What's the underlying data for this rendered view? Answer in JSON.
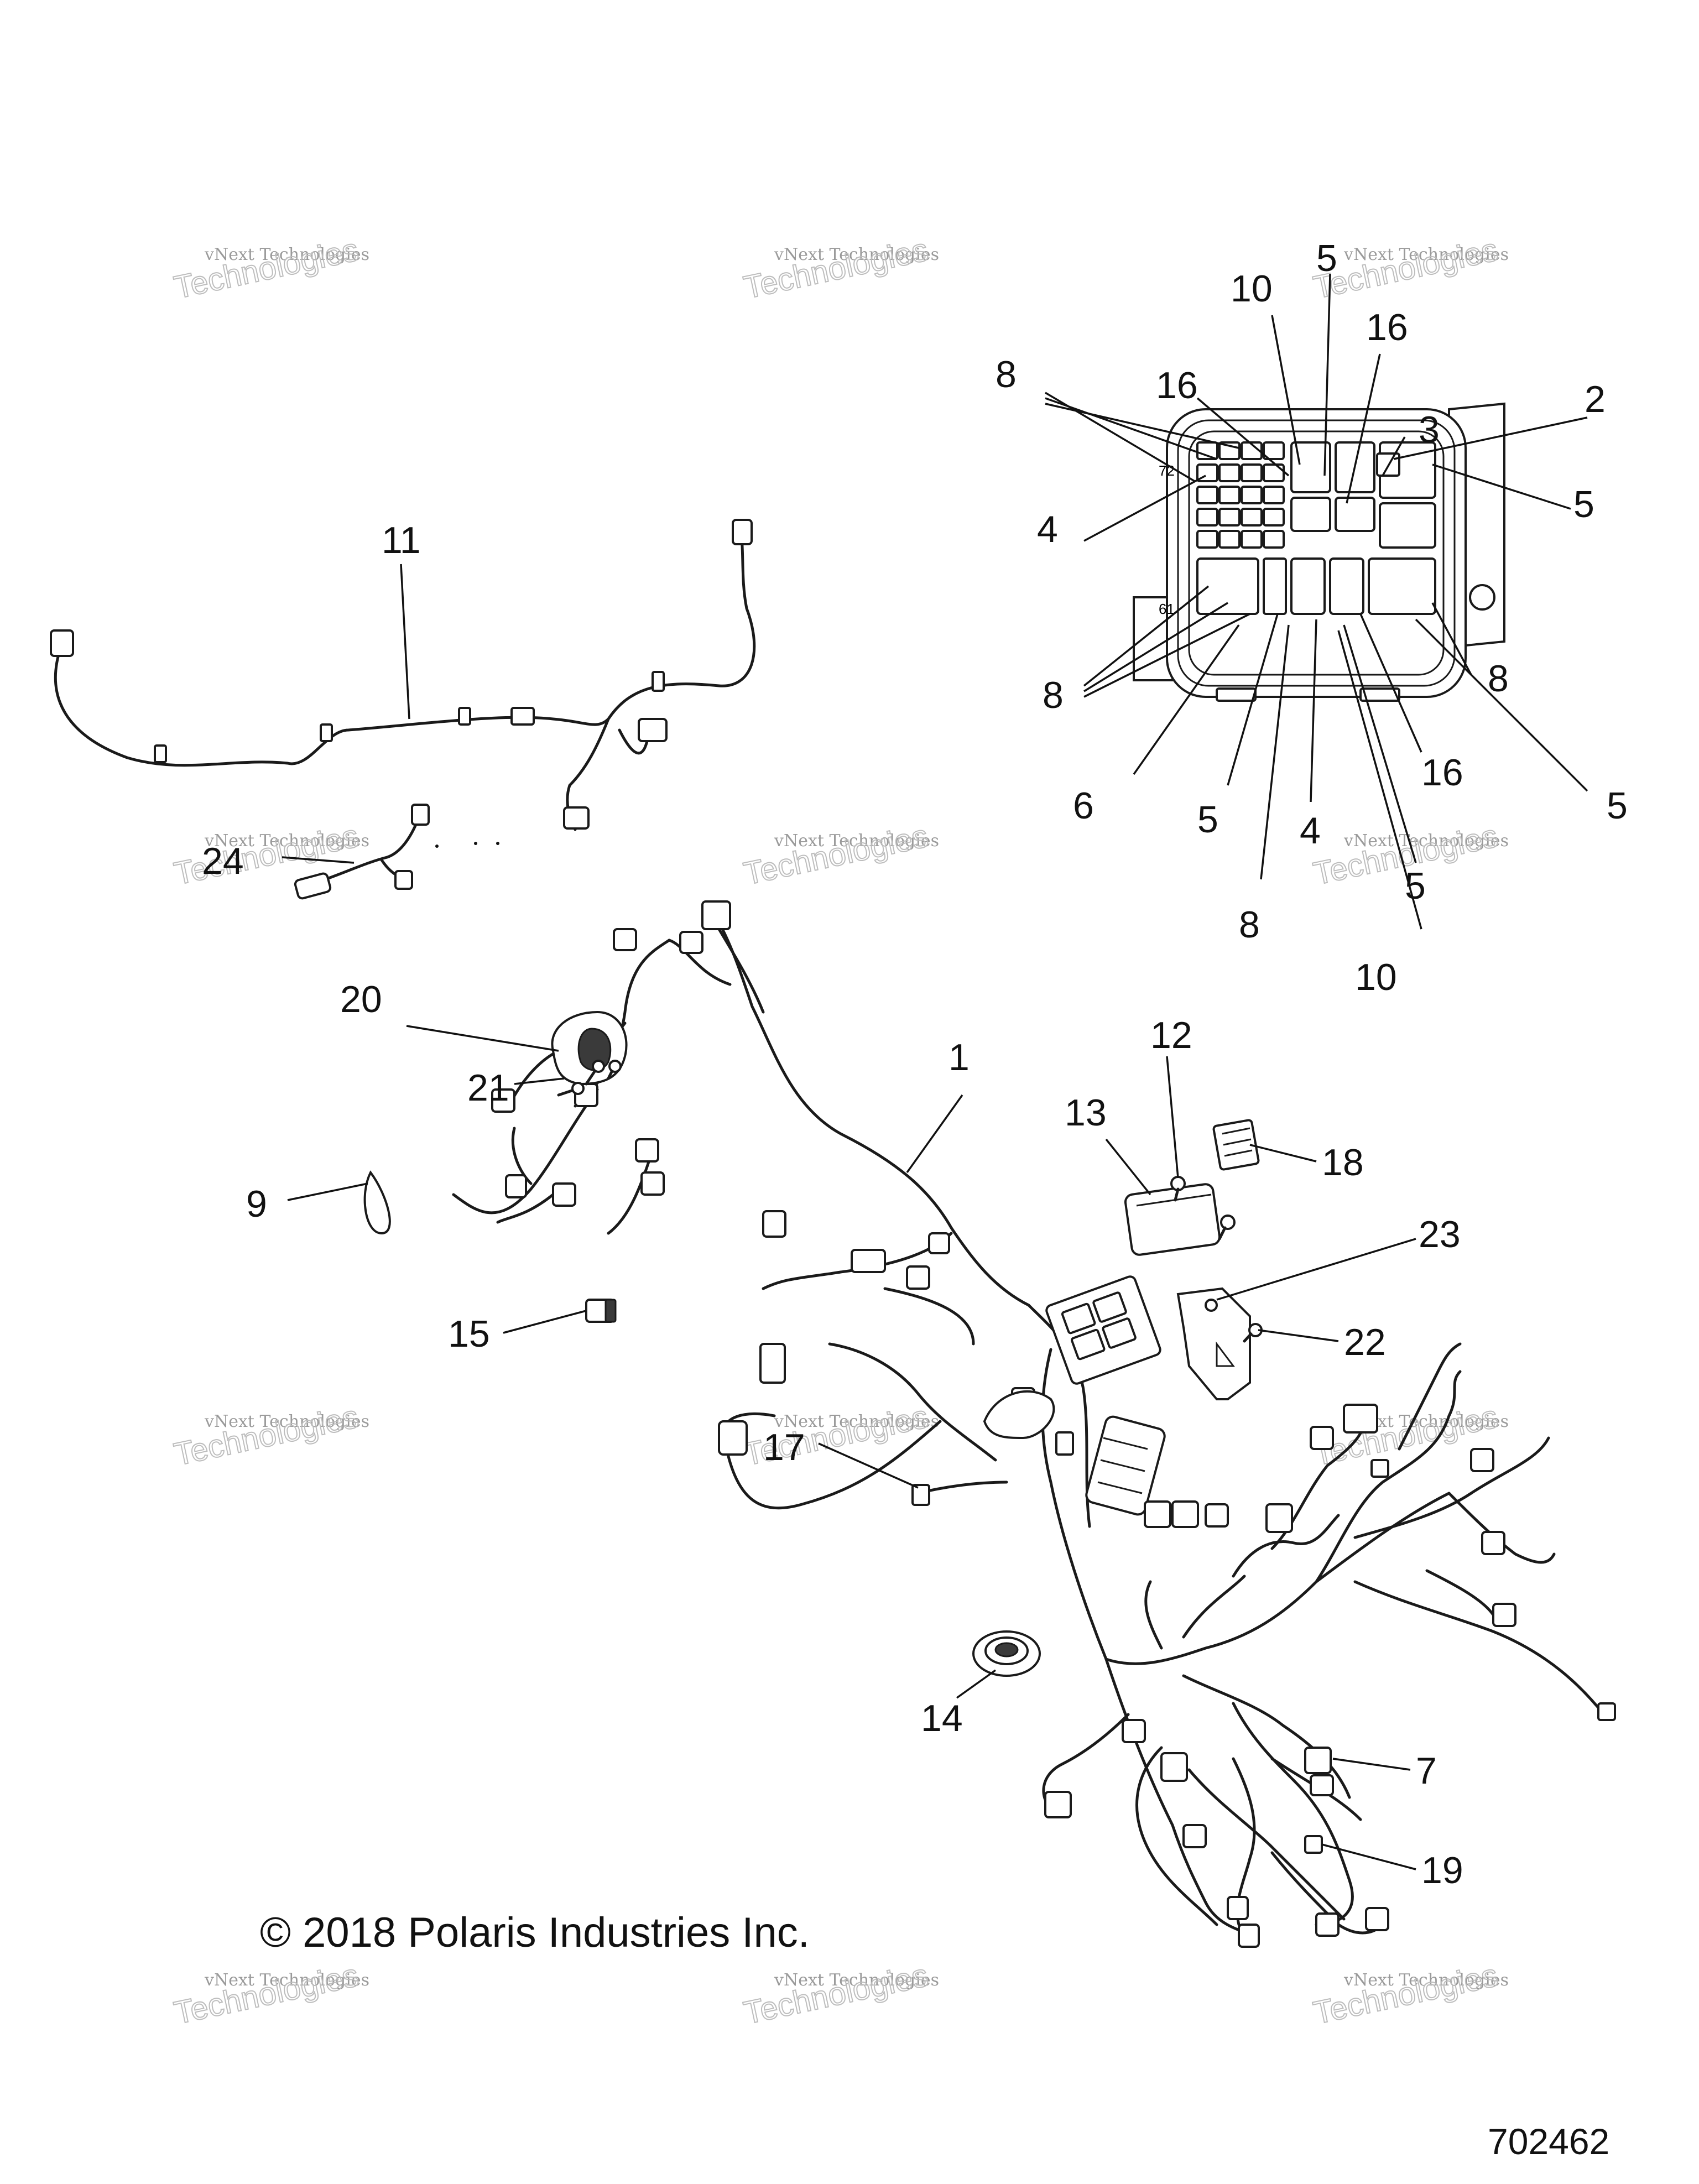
{
  "figure_number": "702462",
  "copyright": "© 2018 Polaris Industries Inc.",
  "watermark": {
    "line1": "vNext Technologies",
    "line2": "vNext",
    "line3": "Technologies"
  },
  "callouts": {
    "c1": "1",
    "c2": "2",
    "c3": "3",
    "c4a": "4",
    "c4b": "4",
    "c5a": "5",
    "c5b": "5",
    "c5c": "5",
    "c5d": "5",
    "c5e": "5",
    "c6": "6",
    "c7": "7",
    "c8a": "8",
    "c8b": "8",
    "c8c": "8",
    "c8d": "8",
    "c9": "9",
    "c10a": "10",
    "c10b": "10",
    "c11": "11",
    "c12": "12",
    "c13": "13",
    "c14": "14",
    "c15": "15",
    "c16a": "16",
    "c16b": "16",
    "c16c": "16",
    "c17": "17",
    "c18": "18",
    "c19": "19",
    "c20": "20",
    "c21": "21",
    "c22": "22",
    "c23": "23",
    "c24": "24"
  },
  "fuse_box_side_labels": {
    "left_top": "72",
    "left_bottom": "61"
  }
}
